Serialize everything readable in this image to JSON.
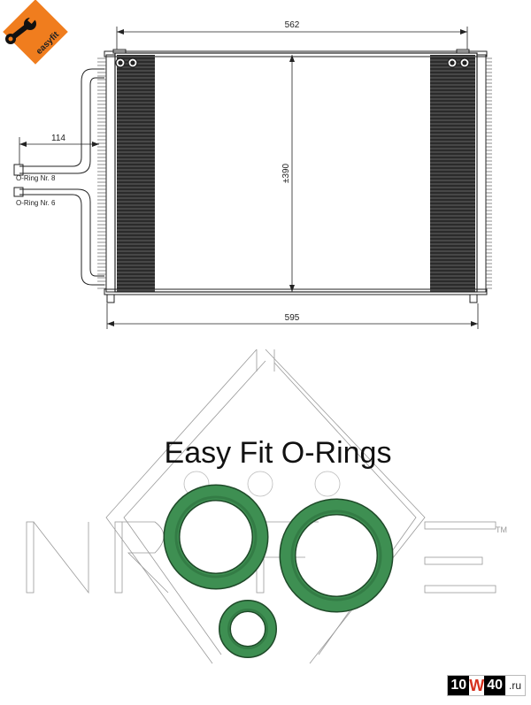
{
  "logo": {
    "text": "easyfit",
    "color": "#f07d1e"
  },
  "dimensions": {
    "top_width": "562",
    "bottom_width": "595",
    "height": "±390",
    "pipe_offset": "114"
  },
  "labels": {
    "oring_upper": "O-Ring Nr. 8",
    "oring_lower": "O-Ring Nr. 6"
  },
  "title": "Easy Fit O-Rings",
  "trademark": "TM",
  "watermark": {
    "part1": "10",
    "part2": "W",
    "part3": "40",
    "part4": ".ru",
    "accent": "#d6301d"
  },
  "colors": {
    "oring_green": "#3e8f52",
    "oring_dark": "#2d6f3e"
  }
}
